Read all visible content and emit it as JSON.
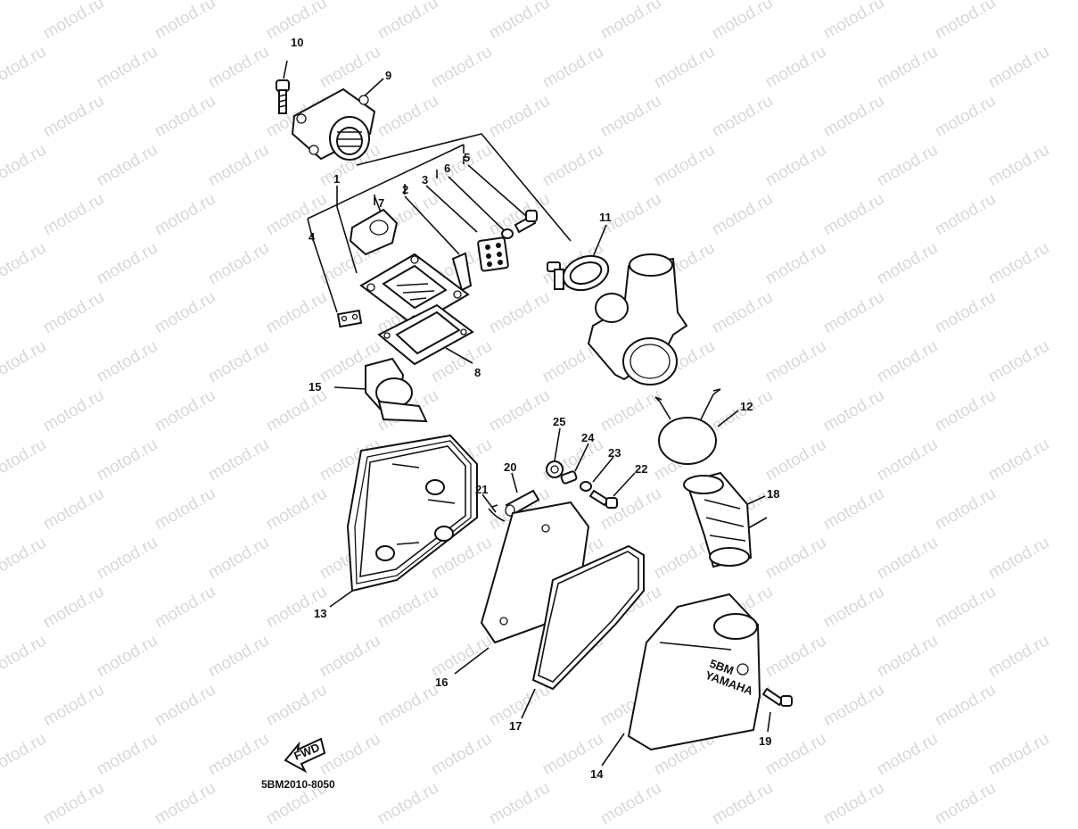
{
  "watermark": "motod.ru",
  "diagram_code": "5BM2010-8050",
  "fwd_label": "FWD",
  "callouts": [
    {
      "id": "c10",
      "num": "10"
    },
    {
      "id": "c9",
      "num": "9"
    },
    {
      "id": "c1",
      "num": "1"
    },
    {
      "id": "c7",
      "num": "7"
    },
    {
      "id": "c2",
      "num": "2"
    },
    {
      "id": "c3",
      "num": "3"
    },
    {
      "id": "c6",
      "num": "6"
    },
    {
      "id": "c5",
      "num": "5"
    },
    {
      "id": "c4",
      "num": "4"
    },
    {
      "id": "c11",
      "num": "11"
    },
    {
      "id": "c8",
      "num": "8"
    },
    {
      "id": "c15",
      "num": "15"
    },
    {
      "id": "c12",
      "num": "12"
    },
    {
      "id": "c25",
      "num": "25"
    },
    {
      "id": "c24",
      "num": "24"
    },
    {
      "id": "c23",
      "num": "23"
    },
    {
      "id": "c22",
      "num": "22"
    },
    {
      "id": "c20",
      "num": "20"
    },
    {
      "id": "c21",
      "num": "21"
    },
    {
      "id": "c18",
      "num": "18"
    },
    {
      "id": "c13",
      "num": "13"
    },
    {
      "id": "c16",
      "num": "16"
    },
    {
      "id": "c17",
      "num": "17"
    },
    {
      "id": "c19",
      "num": "19"
    },
    {
      "id": "c14",
      "num": "14"
    }
  ],
  "embossed_text": [
    "5BM",
    "YAMAHA"
  ]
}
